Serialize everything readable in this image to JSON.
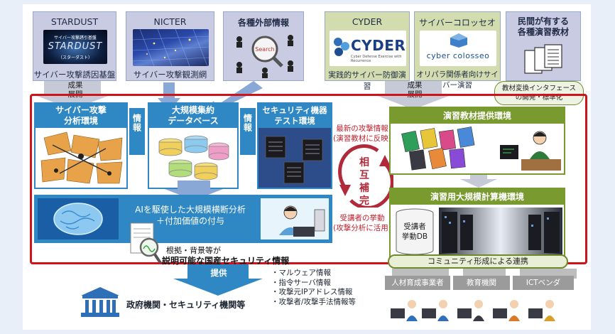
{
  "top": {
    "stardust": {
      "title": "STARDUST",
      "logo_text": "STARDUST",
      "logo_sub": "サイバー攻撃誘引基盤",
      "logo_kana": "（スターダスト）",
      "caption": "サイバー攻撃誘因基盤"
    },
    "nicter": {
      "title": "NICTER",
      "caption": "サイバー攻撃観測網"
    },
    "external": {
      "title": "各種外部情報",
      "search_text": "Search"
    },
    "cyder": {
      "title": "CYDER",
      "logo_text": "CYDER",
      "logo_sub": "Cyber Defense Exercise with Recurrence",
      "caption": "実践的サイバー防御演習"
    },
    "colosseo": {
      "title": "サイバーコロッセオ",
      "logo_text": "cyber colosseo",
      "caption": "オリパラ関係者向けサイバー演習"
    },
    "private": {
      "title": "民間が有する\n各種演習教材"
    }
  },
  "arrows": {
    "result_left": "成果\n展開",
    "result_right": "成果\n展開",
    "info_1": "情報",
    "info_2": "情報"
  },
  "left": {
    "analysis": "サイバー攻撃\n分析環境",
    "database": "大規模集約\nデータベース",
    "testenv": "セキュリティ機器\nテスト環境",
    "ai": "AIを駆使した大規模横断分析\n＋付加価値の付与",
    "explainable_1": "根拠・背景等が",
    "explainable_2": "説明可能な国産セキュリティ情報"
  },
  "middle": {
    "latest_1": "最新の攻撃情報",
    "latest_2": "(演習教材に反映)",
    "mutual": "相互補完",
    "trainee_1": "受講者の挙動",
    "trainee_2": "(攻撃分析に活用)"
  },
  "right": {
    "interface_note": "教材変換インタフェース\nの開発・標準化",
    "provide": "演習教材提供環境",
    "compute": "演習用大規模計算機環境",
    "trainee_db": "受講者\n挙動DB",
    "community": "コミュニティ形成による連携",
    "targets": [
      "人材育成事業者",
      "教育機関",
      "ICTベンダ"
    ]
  },
  "bottom": {
    "provide_label": "提供",
    "gov": "政府機関・セキュリティ機関等",
    "bullets": [
      "・マルウェア情報",
      "・指令サーバ情報",
      "・攻撃元IPアドレス情報",
      "・攻撃者/攻撃手法情報等"
    ]
  },
  "colors": {
    "frame": "#d0121b",
    "blue": "#2f88c4",
    "green": "#789a2e",
    "lavender": "#c9cbe3",
    "olive": "#d2dcae"
  }
}
